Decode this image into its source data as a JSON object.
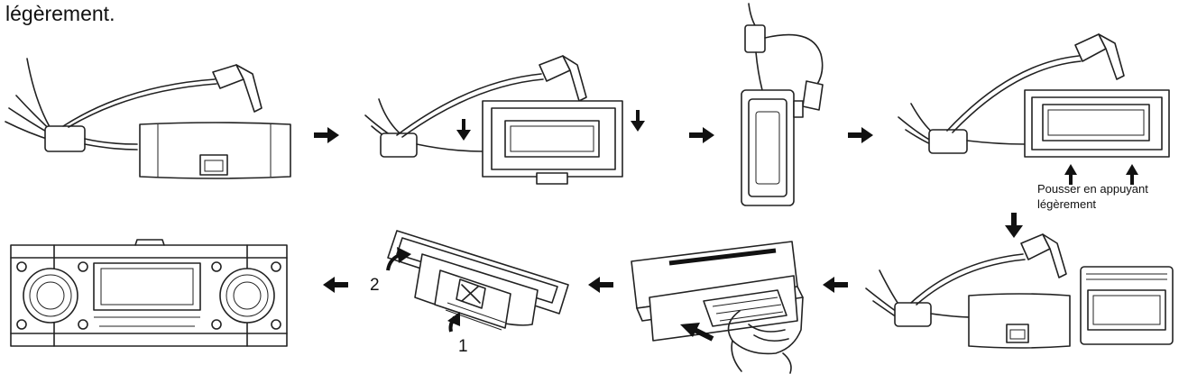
{
  "heading": "légèrement.",
  "note": {
    "line1": "Pousser en appuyant",
    "line2": "légèrement"
  },
  "step_labels": {
    "one": "1",
    "two": "2"
  },
  "icons": [
    "arrow-right-icon",
    "arrow-left-icon",
    "arrow-down-icon",
    "arrow-up-icon",
    "curved-arrow-icon",
    "hand-icon"
  ]
}
